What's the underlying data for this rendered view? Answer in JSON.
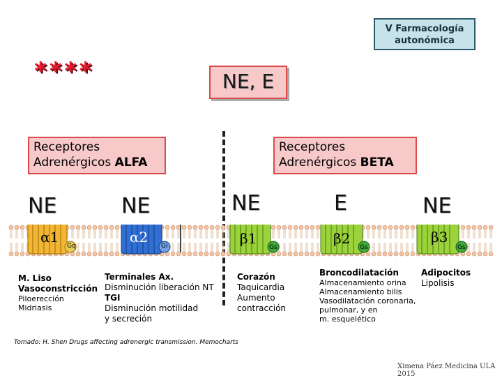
{
  "header_badge": {
    "line1": "V Farmacología",
    "line2": "autonómica"
  },
  "stars": "****",
  "agonists_label": "NE, E",
  "receptors": {
    "alfa": {
      "line1": "Receptores",
      "line2_prefix": "Adrenérgicos ",
      "line2_bold": "ALFA"
    },
    "beta": {
      "line1": "Receptores",
      "line2_prefix": "Adrenérgicos ",
      "line2_bold": "BETA"
    }
  },
  "ligands": [
    "NE",
    "NE",
    "NE",
    "E",
    "NE"
  ],
  "receptor_subtypes": [
    {
      "name": "α1",
      "gprotein": "Gq",
      "color": "#f2b632"
    },
    {
      "name": "α2",
      "gprotein": "Gi",
      "color": "#2f6fd6"
    },
    {
      "name": "β1",
      "gprotein": "Gs",
      "color": "#9bd33a"
    },
    {
      "name": "β2",
      "gprotein": "Gs",
      "color": "#9bd33a"
    },
    {
      "name": "β3",
      "gprotein": "Gs",
      "color": "#9bd33a"
    }
  ],
  "effects": {
    "alfa1": {
      "line1": "M. Liso",
      "line2": "Vasoconstricción",
      "small1": "Piloerección",
      "small2": "Midriasis"
    },
    "alfa2": {
      "line1": "Terminales Ax.",
      "line2": "Disminución liberación NT",
      "line3": "TGI",
      "line4": "Disminución motilidad",
      "line5": "y secreción"
    },
    "beta1": {
      "line1": "Corazón",
      "line2": "Taquicardia",
      "line3": "Aumento",
      "line4": "contracción"
    },
    "beta2": {
      "title": "Broncodilatación",
      "line1": "Almacenamiento orina",
      "line2": "Almacenamiento bilis",
      "line3": "Vasodilatación coronaria,",
      "line4": "pulmonar,  y en",
      "line5": "m. esquelético"
    },
    "beta3": {
      "title": "Adipocitos",
      "line1": "Lipolisis"
    }
  },
  "footer": "Tomado: H. Shen Drugs affecting adrenergic transmission. Memocharts",
  "credit": "Ximena Páez Medicina ULA 2015",
  "colors": {
    "accent_red": "#e8192c",
    "box_fill": "#f7c9c9",
    "box_border": "#d94a4a",
    "badge_fill": "#c6e3ea"
  }
}
